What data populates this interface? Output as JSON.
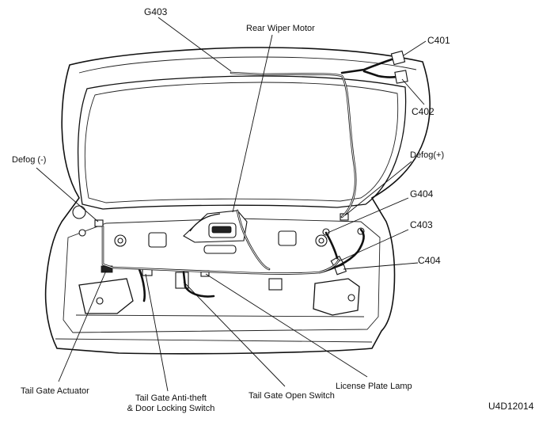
{
  "labels": {
    "g403": "G403",
    "rear_wiper_motor": "Rear Wiper Motor",
    "c401": "C401",
    "c402": "C402",
    "defog_neg": "Defog (-)",
    "defog_pos": "Defog(+)",
    "g404": "G404",
    "c403": "C403",
    "c404": "C404",
    "tail_gate_actuator": "Tail Gate Actuator",
    "tail_gate_antitheft_line1": "Tail Gate Anti-theft",
    "tail_gate_antitheft_line2": "& Door Locking Switch",
    "tail_gate_open_switch": "Tail Gate Open Switch",
    "license_plate_lamp": "License Plate Lamp"
  },
  "figure_code": "U4D12014"
}
